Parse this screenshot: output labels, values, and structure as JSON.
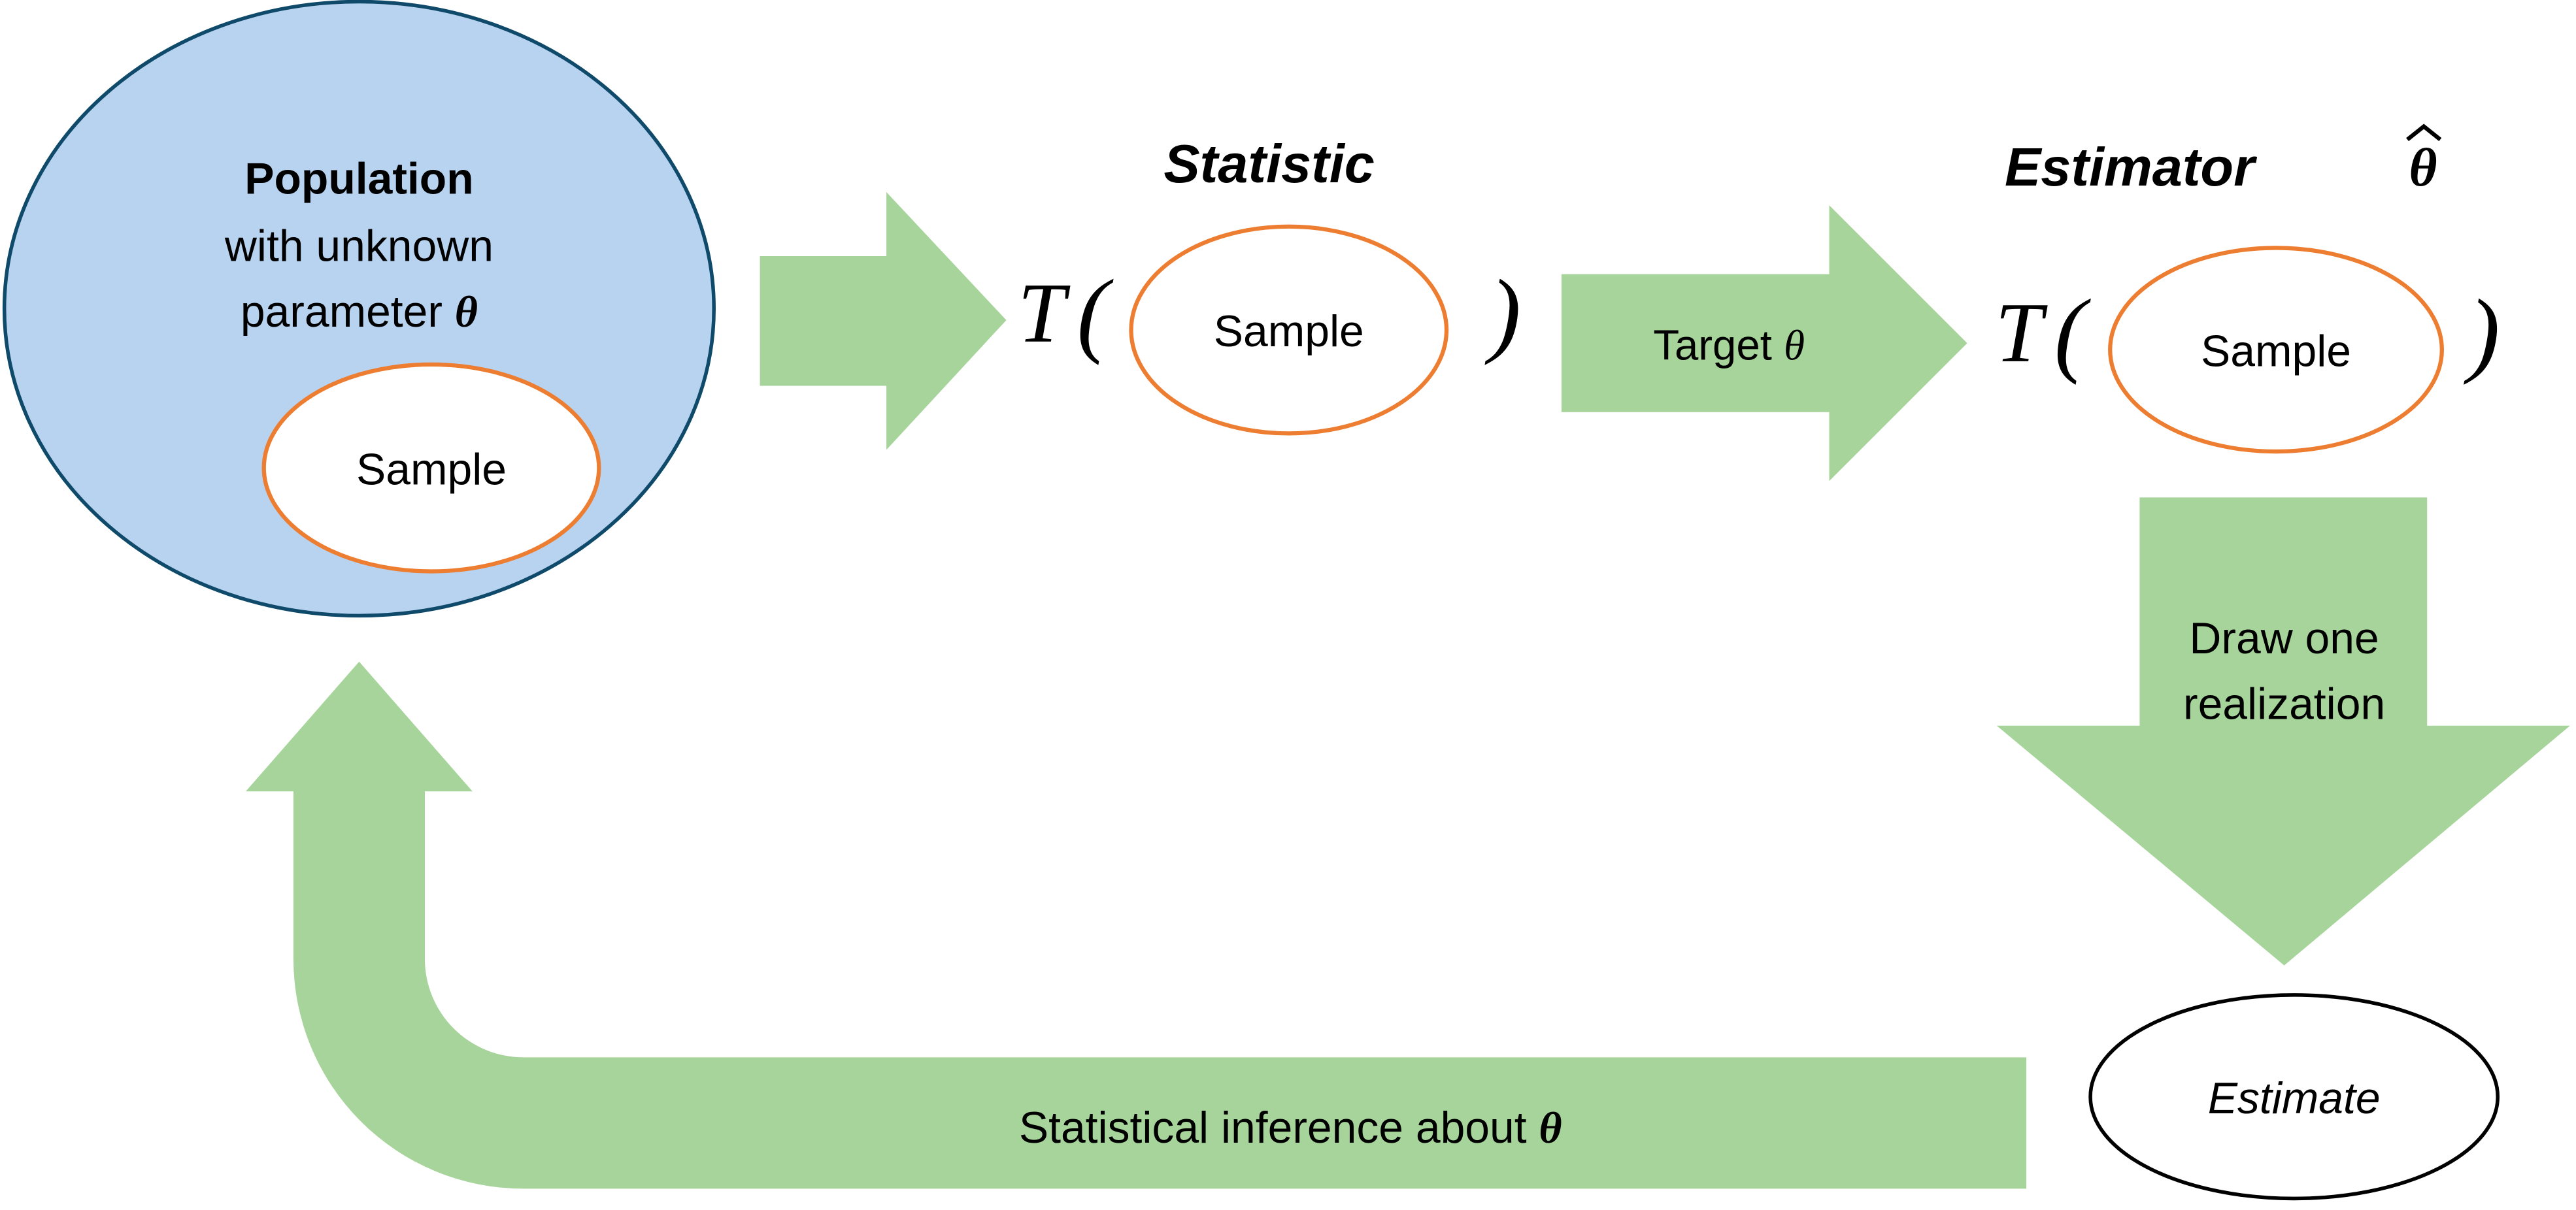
{
  "diagram": {
    "colors": {
      "population_fill": "#b8d3ef",
      "population_stroke": "#0f4a6b",
      "sample_stroke": "#ed7d31",
      "arrow_fill": "#a6d49a",
      "estimate_stroke": "#000000"
    },
    "population": {
      "title": "Population",
      "line2": "with unknown",
      "line3_prefix": "parameter ",
      "symbol": "θ"
    },
    "population_sample": {
      "label": "Sample"
    },
    "statistic": {
      "heading": "Statistic",
      "function_symbol": "T",
      "open_paren": "(",
      "close_paren": ")",
      "sample_label": "Sample"
    },
    "target_arrow": {
      "label_prefix": "Target ",
      "symbol": "θ"
    },
    "estimator": {
      "heading": "Estimator",
      "symbol": "θ",
      "hat": "^",
      "function_symbol": "T",
      "open_paren": "(",
      "close_paren": ")",
      "sample_label": "Sample"
    },
    "draw_arrow": {
      "line1": "Draw one",
      "line2": "realization"
    },
    "estimate": {
      "label": "Estimate"
    },
    "inference_arrow": {
      "label_prefix": "Statistical inference about ",
      "symbol": "θ"
    }
  }
}
